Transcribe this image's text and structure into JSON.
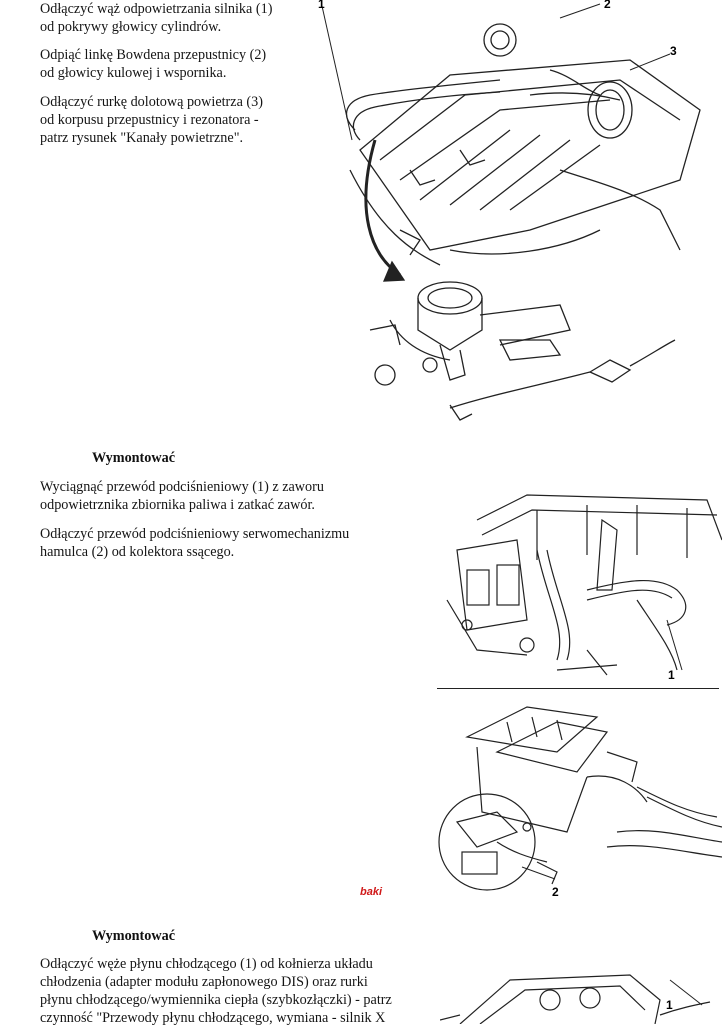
{
  "section1": {
    "paragraphs": [
      "Odłączyć wąż odpowietrzania silnika (1)\nod pokrywy głowicy cylindrów.",
      "Odpiąć linkę Bowdena przepustnicy (2)\nod głowicy kulowej i wspornika.",
      "Odłączyć rurkę dolotową powietrza (3)\nod korpusu przepustnicy i rezonatora -\npatrz rysunek \"Kanały powietrzne\"."
    ],
    "callouts": [
      "1",
      "2",
      "3"
    ]
  },
  "section2": {
    "heading": "Wymontować",
    "paragraphs": [
      "Wyciągnąć przewód podciśnieniowy (1) z zaworu\nodpowietrznika zbiornika paliwa i zatkać zawór.",
      "Odłączyć przewód podciśnieniowy serwomechanizmu\nhamulca (2) od kolektora ssącego."
    ],
    "callouts": [
      "1",
      "2"
    ]
  },
  "watermark": "baki",
  "section3": {
    "heading": "Wymontować",
    "paragraphs": [
      "Odłączyć węże płynu chłodzącego (1) od kołnierza układu\nchłodzenia (adapter modułu zapłonowego DIS) oraz rurki\npłynu chłodzącego/wymiennika ciepła (szybkozłączki) - patrz\nczynność \"Przewody płynu chłodzącego, wymiana - silnik X"
    ],
    "callouts": [
      "1"
    ]
  }
}
